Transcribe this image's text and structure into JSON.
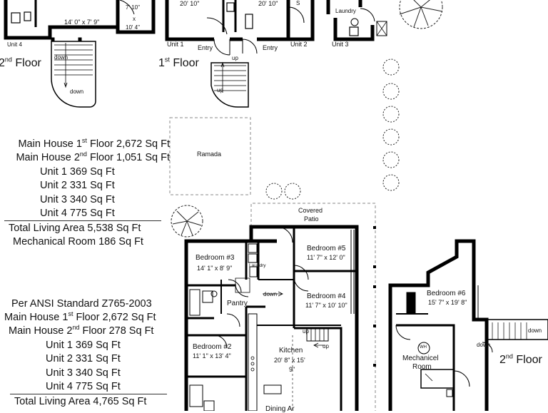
{
  "top_plans": {
    "second_floor_label": {
      "num": "2",
      "sup": "nd",
      "word": "Floor"
    },
    "first_floor_label": {
      "num": "1",
      "sup": "st",
      "word": "Floor"
    },
    "unit4_label": "Unit 4",
    "unit4_room_dim": "14' 0\" x 7' 9\"",
    "unit4_room2_dim_a": "7' 10\"",
    "unit4_room2_dim_b": "x",
    "unit4_room2_dim_c": "10' 4\"",
    "unit1_label": "Unit 1",
    "unit1_dim": "20' 10\"",
    "unit2_label": "Unit 2",
    "unit2_dim": "20' 10\"",
    "unit3_label": "Unit 3",
    "laundry_label": "Laundry",
    "entry_labels": [
      "Entry",
      "Entry"
    ],
    "stair_down": "down",
    "stair_down2": "down",
    "stair_up": "up",
    "stair_up2": "up",
    "s_label": "S"
  },
  "ramada_label": "Ramada",
  "area_summary_1": {
    "rows": [
      {
        "label": "Main House 1",
        "sup": "st",
        "rest": " Floor  2,672 Sq Ft"
      },
      {
        "label": "Main House 2",
        "sup": "nd",
        "rest": " Floor  1,051 Sq Ft"
      },
      {
        "label": "Unit 1  369 Sq Ft",
        "sup": "",
        "rest": ""
      },
      {
        "label": "Unit 2  331 Sq Ft",
        "sup": "",
        "rest": ""
      },
      {
        "label": "Unit 3  340 Sq Ft",
        "sup": "",
        "rest": ""
      },
      {
        "label": "Unit 4  775 Sq Ft",
        "sup": "",
        "rest": ""
      }
    ],
    "total": "Total Living Area  5,538 Sq Ft",
    "mechanical": "Mechanical Room 186 Sq Ft"
  },
  "area_summary_2": {
    "heading": "Per ANSI Standard Z765-2003",
    "rows": [
      {
        "label": "Main House 1",
        "sup": "st",
        "rest": " Floor  2,672 Sq Ft"
      },
      {
        "label": "Main House 2",
        "sup": "nd",
        "rest": " Floor  278 Sq Ft"
      },
      {
        "label": "Unit 1  369 Sq Ft",
        "sup": "",
        "rest": ""
      },
      {
        "label": "Unit 2  331 Sq Ft",
        "sup": "",
        "rest": ""
      },
      {
        "label": "Unit 3  340 Sq Ft",
        "sup": "",
        "rest": ""
      },
      {
        "label": "Unit 4  775 Sq Ft",
        "sup": "",
        "rest": ""
      }
    ],
    "total": "Total Living Area  4,765 Sq Ft"
  },
  "main_plan": {
    "covered_patio_a": "Covered",
    "covered_patio_b": "Patio",
    "bedroom3": "Bedroom #3",
    "bedroom3_dim": "14' 1\" x 8' 9\"",
    "laundry": "Laundry",
    "bedroom5": "Bedroom #5",
    "bedroom5_dim": "11' 7\" x 12' 0\"",
    "bedroom4": "Bedroom #4",
    "bedroom4_dim": "11' 7\" x 10' 10\"",
    "pantry": "Pantry",
    "down_arrow": "down",
    "bedroom2": "Bedroom #2",
    "bedroom2_dim": "11' 1\" x 13' 4\"",
    "kitchen": "Kitchen",
    "kitchen_dim_a": "20' 8\" x 15'",
    "kitchen_dim_b": "9\"",
    "stair_up_a": "up",
    "stair_up_b": "up",
    "dining_partial": "Dining Ar"
  },
  "second_floor_plan": {
    "bedroom6": "Bedroom #6",
    "bedroom6_dim": "15' 7\" x 19' 8\"",
    "wh": "WH",
    "mechanical_a": "Mechanicel",
    "mechanical_b": "Room",
    "floor_label": {
      "num": "2",
      "sup": "nd",
      "word": "Floor"
    },
    "stair_down_a": "down",
    "stair_down_b": "down"
  },
  "colors": {
    "ink": "#111111",
    "wall": "#000000",
    "line": "#333333",
    "dash": "#888888"
  }
}
